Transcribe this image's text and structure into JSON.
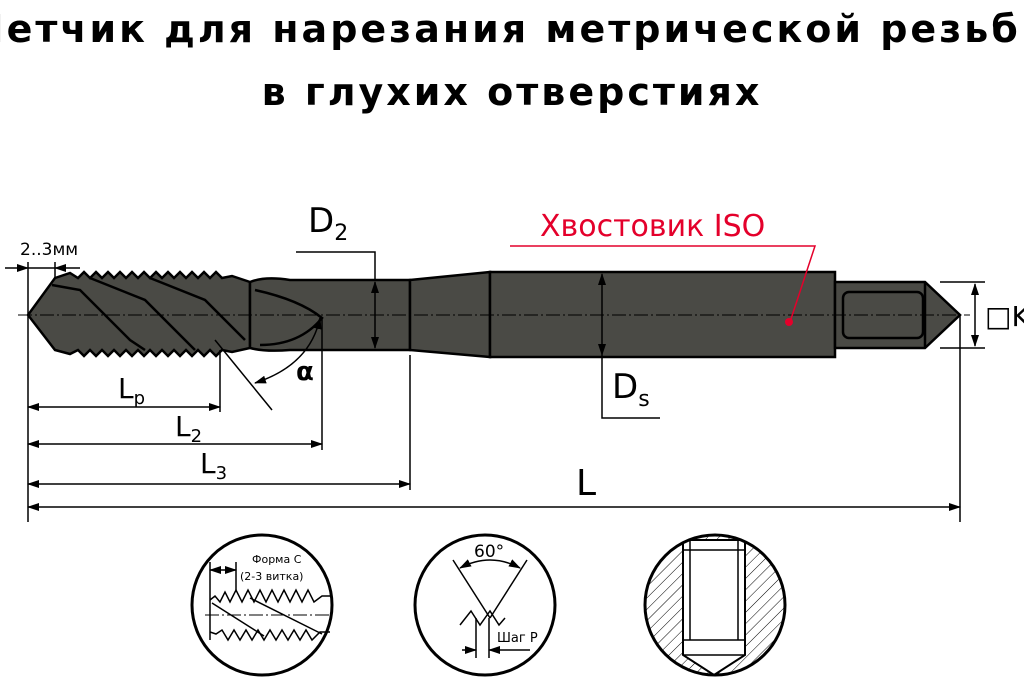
{
  "title": {
    "line1": "Метчик для нарезания метрической резьбы",
    "line2": "в глухих отверстиях"
  },
  "labels": {
    "chamfer_len": "2..3мм",
    "d2": "D",
    "d2_sub": "2",
    "ds": "D",
    "ds_sub": "s",
    "shank": "Хвостовик ISO",
    "square": "□K",
    "alpha": "α",
    "lp": "L",
    "lp_sub": "p",
    "l2": "L",
    "l2_sub": "2",
    "l3": "L",
    "l3_sub": "3",
    "l": "L"
  },
  "details": {
    "form_title": "Форма C",
    "form_turns": "(2-3 витка)",
    "angle": "60°",
    "pitch": "Шаг P"
  },
  "colors": {
    "tool": "#4a4a45",
    "accent": "#e4002b"
  }
}
